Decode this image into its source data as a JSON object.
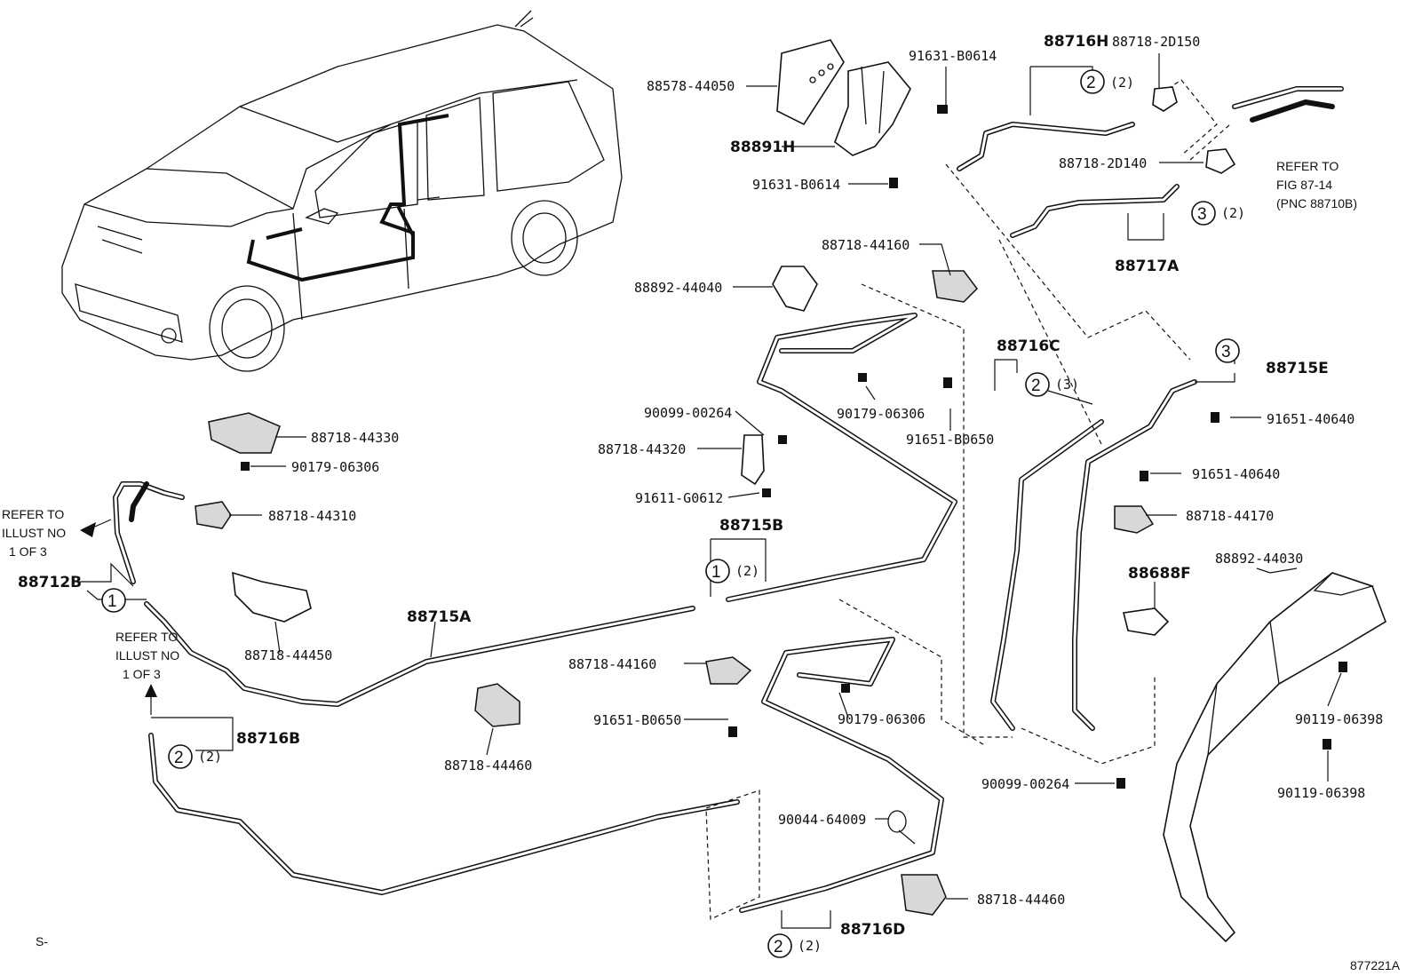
{
  "labels": {
    "p88578_44050": "88578-44050",
    "p91631_b0614_a": "91631-B0614",
    "p88891h": "88891H",
    "p91631_b0614_b": "91631-B0614",
    "p88716h": "88716H",
    "p88718_2d150": "88718-2D150",
    "p88718_2d140": "88718-2D140",
    "p88717a": "88717A",
    "p88718_44160_a": "88718-44160",
    "p88892_44040": "88892-44040",
    "p90179_06306_a": "90179-06306",
    "p91651_b0650_a": "91651-B0650",
    "p88716c": "88716C",
    "p88715e": "88715E",
    "p91651_40640_a": "91651-40640",
    "p91651_40640_b": "91651-40640",
    "p88718_44170": "88718-44170",
    "p88892_44030": "88892-44030",
    "p88688f": "88688F",
    "p90099_00264_a": "90099-00264",
    "p88718_44320": "88718-44320",
    "p91611_g0612": "91611-G0612",
    "p88715b": "88715B",
    "p88718_44330": "88718-44330",
    "p90179_06306_b": "90179-06306",
    "p88718_44310": "88718-44310",
    "p88712b": "88712B",
    "p88718_44450": "88718-44450",
    "p88715a": "88715A",
    "p88716b": "88716B",
    "p88718_44460_a": "88718-44460",
    "p88718_44160_b": "88718-44160",
    "p91651_b0650_b": "91651-B0650",
    "p90179_06306_c": "90179-06306",
    "p90119_06398_a": "90119-06398",
    "p90119_06398_b": "90119-06398",
    "p90099_00264_b": "90099-00264",
    "p90044_64009": "90044-64009",
    "p88718_44460_b": "88718-44460",
    "p88716d": "88716D"
  },
  "callouts": {
    "c1": "1",
    "c2": "2",
    "c3": "3",
    "qty2": "(2)",
    "qty3": "(3)"
  },
  "notes": {
    "refer_fig_1": "REFER TO",
    "refer_fig_2": "FIG 87-14",
    "refer_fig_3": "(PNC 88710B)",
    "refer_illust_1": "REFER TO",
    "refer_illust_2": "ILLUST NO",
    "refer_illust_3": "1 OF 3"
  },
  "footer": {
    "left_mark": "S-",
    "figure_code": "877221A"
  }
}
